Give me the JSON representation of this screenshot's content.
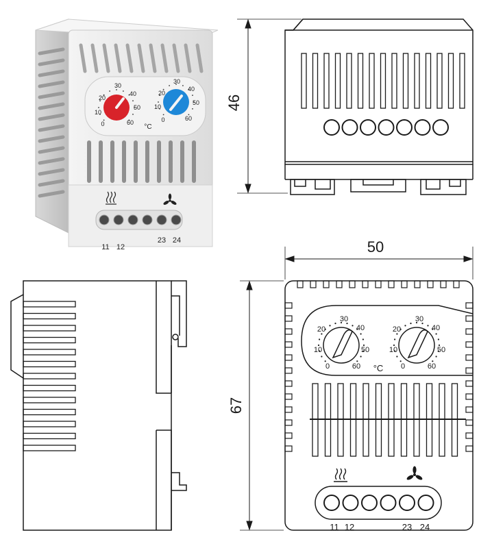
{
  "dimensions": {
    "height": "46",
    "width": "50",
    "depth": "67"
  },
  "dial_scale": [
    "0",
    "10",
    "20",
    "30",
    "40",
    "50",
    "60"
  ],
  "unit": "°C",
  "terminals": [
    "11",
    "12",
    "23",
    "24"
  ],
  "symbols": {
    "heater": "heater-icon",
    "fan": "fan-icon"
  },
  "colors": {
    "heating_knob": "#d8232a",
    "cooling_knob": "#1e88d8",
    "housing": "#e9e9e9",
    "line": "#1a1a1a"
  }
}
